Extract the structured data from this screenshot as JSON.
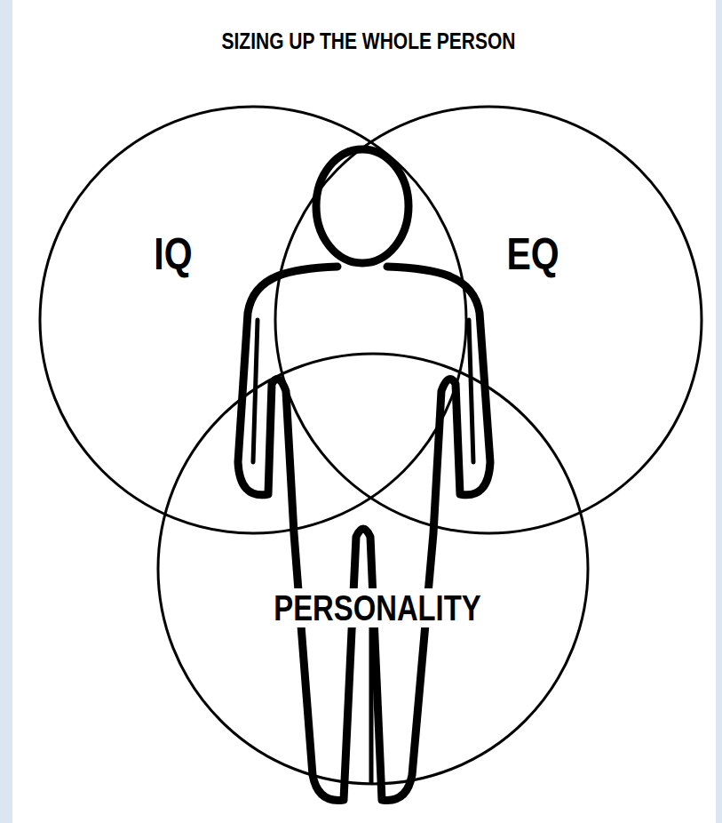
{
  "diagram": {
    "title": "SIZING UP THE WHOLE PERSON",
    "nodes": [
      {
        "text": [
          "IQ"
        ]
      },
      {
        "text": [
          "EQ"
        ]
      },
      {
        "text": [
          "PERSONALITY"
        ]
      }
    ]
  }
}
